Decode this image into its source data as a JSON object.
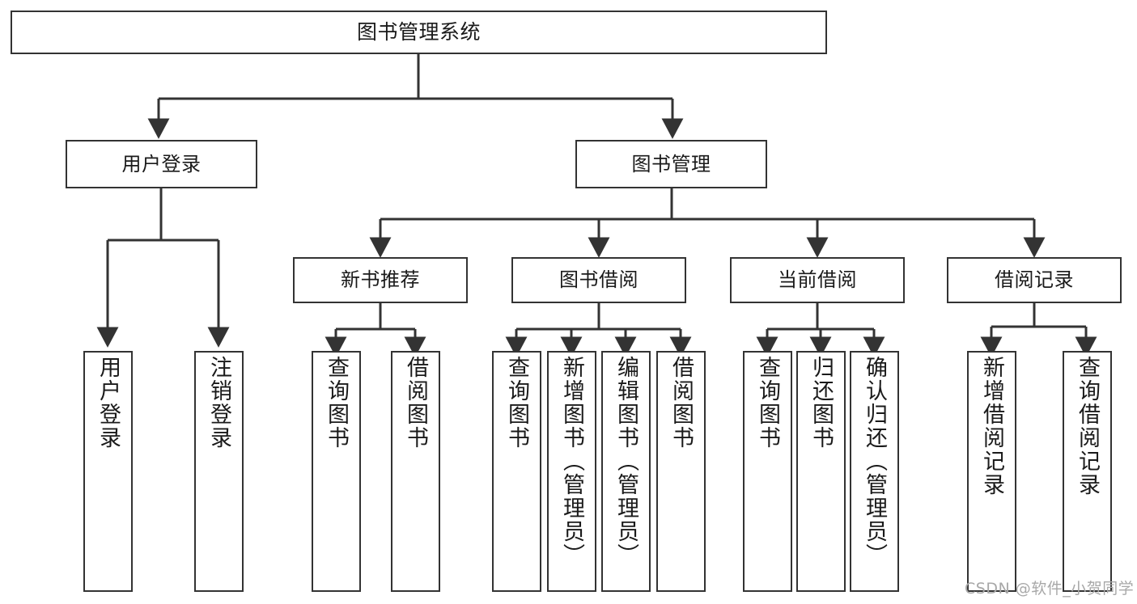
{
  "diagram": {
    "title": "图书管理系统",
    "type": "functional-structure-tree",
    "colors": {
      "node_border": "#333333",
      "node_fill": "#ffffff",
      "edge": "#333333",
      "text": "#1a1a1a",
      "watermark": "#a8a8a8",
      "background": "#ffffff"
    },
    "levels": {
      "level1": [
        {
          "id": "root",
          "label": "图书管理系统",
          "orientation": "horizontal"
        }
      ],
      "level2": [
        {
          "id": "user-login",
          "label": "用户登录",
          "orientation": "horizontal"
        },
        {
          "id": "book-manage",
          "label": "图书管理",
          "orientation": "horizontal"
        }
      ],
      "level3": [
        {
          "id": "new-book-recommend",
          "label": "新书推荐",
          "orientation": "horizontal"
        },
        {
          "id": "book-borrow",
          "label": "图书借阅",
          "orientation": "horizontal"
        },
        {
          "id": "current-borrow",
          "label": "当前借阅",
          "orientation": "horizontal"
        },
        {
          "id": "borrow-record",
          "label": "借阅记录",
          "orientation": "horizontal"
        }
      ],
      "level4": [
        {
          "id": "leaf-user-login",
          "label": "用户登录",
          "parent": "user-login",
          "orientation": "vertical"
        },
        {
          "id": "leaf-logout-login",
          "label": "注销登录",
          "parent": "user-login",
          "orientation": "vertical"
        },
        {
          "id": "leaf-query-book-1",
          "label": "查询图书",
          "parent": "new-book-recommend",
          "orientation": "vertical"
        },
        {
          "id": "leaf-borrow-book-1",
          "label": "借阅图书",
          "parent": "new-book-recommend",
          "orientation": "vertical"
        },
        {
          "id": "leaf-query-book-2",
          "label": "查询图书",
          "parent": "book-borrow",
          "orientation": "vertical"
        },
        {
          "id": "leaf-add-book",
          "label": "新增图书（管理员）",
          "parent": "book-borrow",
          "orientation": "vertical"
        },
        {
          "id": "leaf-edit-book",
          "label": "编辑图书（管理员）",
          "parent": "book-borrow",
          "orientation": "vertical"
        },
        {
          "id": "leaf-borrow-book-2",
          "label": "借阅图书",
          "parent": "book-borrow",
          "orientation": "vertical"
        },
        {
          "id": "leaf-query-book-3",
          "label": "查询图书",
          "parent": "current-borrow",
          "orientation": "vertical"
        },
        {
          "id": "leaf-return-book",
          "label": "归还图书",
          "parent": "current-borrow",
          "orientation": "vertical"
        },
        {
          "id": "leaf-confirm-return",
          "label": "确认归还（管理员）",
          "parent": "current-borrow",
          "orientation": "vertical"
        },
        {
          "id": "leaf-add-record",
          "label": "新增借阅记录",
          "parent": "borrow-record",
          "orientation": "vertical"
        },
        {
          "id": "leaf-query-record",
          "label": "查询借阅记录",
          "parent": "borrow-record",
          "orientation": "vertical"
        }
      ]
    },
    "watermark": "CSDN @软件_小贺同学"
  }
}
